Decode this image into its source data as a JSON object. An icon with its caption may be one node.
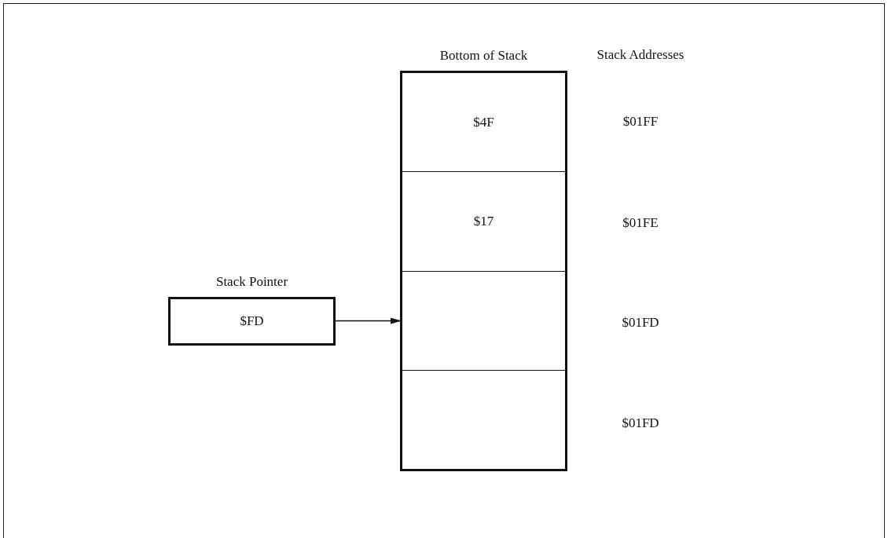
{
  "diagram": {
    "nodes": [
      {
        "text": [
          "Stack Pointer",
          "$FD"
        ]
      },
      {
        "text": [
          "Bottom of Stack"
        ]
      },
      {
        "text": [
          "$4F"
        ],
        "in": 1
      },
      {
        "text": [
          "$17"
        ],
        "in": 1
      },
      {
        "text": [],
        "shape": "box",
        "in": 1
      },
      {
        "text": [],
        "shape": "box",
        "in": 1
      }
    ],
    "edges": [
      {
        "from": 0,
        "to": 4,
        "arrow": "to"
      }
    ],
    "labels": [
      "Stack Addresses",
      "$01FF",
      "$01FE",
      "$01FD",
      "$01FD"
    ]
  }
}
